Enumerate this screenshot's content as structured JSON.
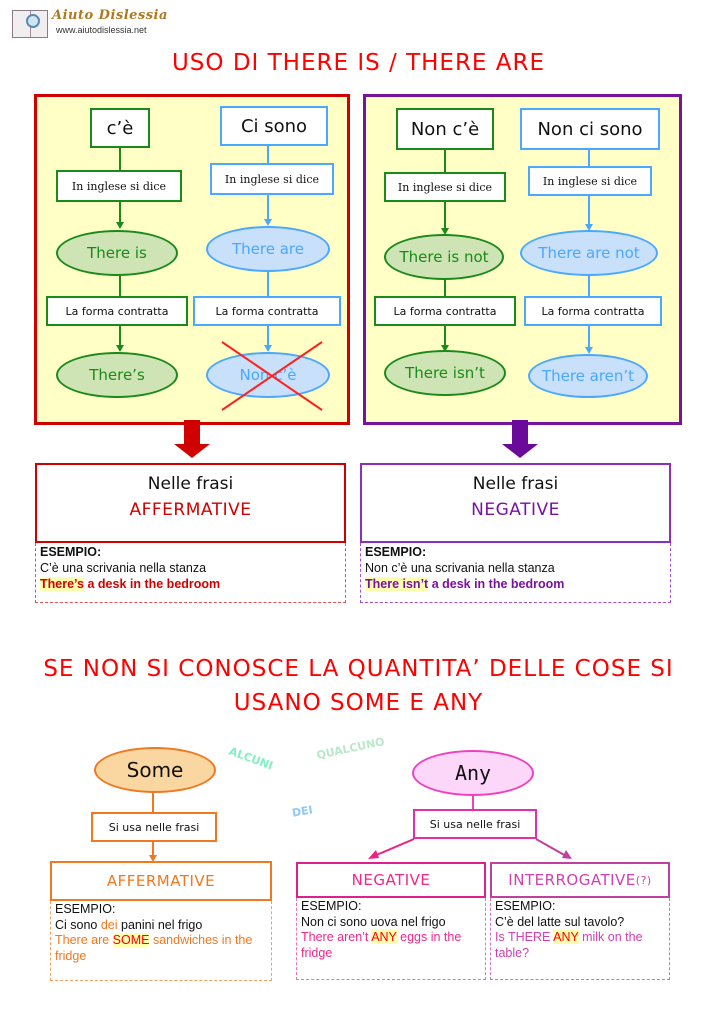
{
  "logo": {
    "title": "Aiuto Dislessia",
    "url": "www.aiutodislessia.net"
  },
  "title1": "USO DI THERE IS / THERE ARE",
  "affirmative_panel": {
    "left": {
      "top": "c’è",
      "middle": "In inglese si dice",
      "form": "There is",
      "contracted_label": "La forma contratta",
      "contracted": "There’s"
    },
    "right": {
      "top": "Ci sono",
      "middle": "In inglese si dice",
      "form": "There are",
      "contracted_label": "La forma contratta",
      "contracted": "Non c’è",
      "crossed_out": true
    }
  },
  "negative_panel": {
    "left": {
      "top": "Non c’è",
      "middle": "In inglese si dice",
      "form": "There is not",
      "contracted_label": "La forma contratta",
      "contracted": "There isn’t"
    },
    "right": {
      "top": "Non ci sono",
      "middle": "In inglese si dice",
      "form": "There are not",
      "contracted_label": "La forma contratta",
      "contracted": "There aren’t"
    }
  },
  "result_affirmative": {
    "line1": "Nelle frasi",
    "line2": "AFFERMATIVE",
    "example_label": "ESEMPIO:",
    "example_it": "C’è una scrivania nella stanza",
    "example_en_highlight": "There’s",
    "example_en_rest": " a desk in the bedroom"
  },
  "result_negative": {
    "line1": "Nelle frasi",
    "line2": "NEGATIVE",
    "example_label": "ESEMPIO:",
    "example_it": "Non c’è una scrivania nella stanza",
    "example_en_highlight": "There isn’t",
    "example_en_rest": " a desk in the bedroom"
  },
  "title2_line1": "SE NON SI CONOSCE LA QUANTITA’ DELLE COSE SI",
  "title2_line2": "USANO SOME E ANY",
  "floating_words": {
    "alcuni": "ALCUNI",
    "qualcuno": "QUALCUNO",
    "dei": "DEI"
  },
  "some": {
    "label": "Some",
    "usage": "Si usa nelle frasi",
    "type": "AFFERMATIVE",
    "example_label": "ESEMPIO:",
    "example_it_pre": "Ci sono ",
    "example_it_key": "dei",
    "example_it_post": " panini nel frigo",
    "example_en_pre": "There are ",
    "example_en_key": "SOME",
    "example_en_post": " sandwiches in the fridge"
  },
  "any": {
    "label": "Any",
    "usage": "Si usa nelle frasi",
    "negative": {
      "type": "NEGATIVE",
      "example_label": "ESEMPIO:",
      "example_it": "Non ci sono uova nel frigo",
      "example_en_pre": "There aren’t ",
      "example_en_key": "ANY",
      "example_en_post": " eggs in the fridge"
    },
    "interrogative": {
      "type": "INTERROGATIVE",
      "type_suffix": "(?)",
      "example_label": "ESEMPIO:",
      "example_it": "C’è del latte sul tavolo?",
      "example_en_pre": "Is THERE ",
      "example_en_key": "ANY",
      "example_en_post": " milk on the table?"
    }
  },
  "colors": {
    "title_red": "#ff0000",
    "affirmative_red": "#d00000",
    "negative_purple": "#7a12a0",
    "green": "#1a8a1a",
    "blue": "#4aa8ff",
    "panel_bg": "#ffffc6",
    "orange": "#f07820",
    "pink": "#f0288c",
    "magenta": "#d040b0"
  }
}
